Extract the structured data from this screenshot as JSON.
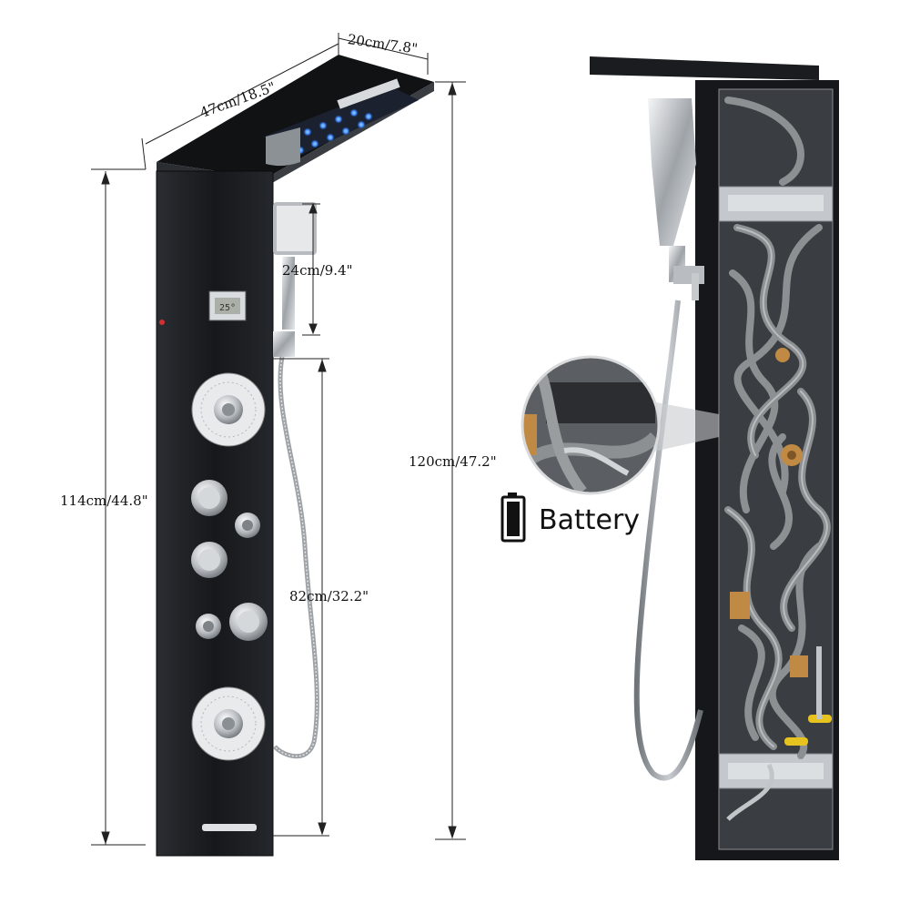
{
  "dimensions": {
    "top_depth": "20cm/7.8\"",
    "top_width": "47cm/18.5\"",
    "handheld_length": "24cm/9.4\"",
    "panel_height": "114cm/44.8\"",
    "total_height": "120cm/47.2\"",
    "hose_height": "82cm/32.2\""
  },
  "battery": {
    "label": "Battery",
    "icon": "battery-icon"
  },
  "colors": {
    "panel": "#1b1d20",
    "led": "#3f8cff",
    "chrome": "#c9ccd0",
    "hose_gray": "#8d9093",
    "brass": "#c08a45",
    "yellow": "#e6c31e"
  }
}
